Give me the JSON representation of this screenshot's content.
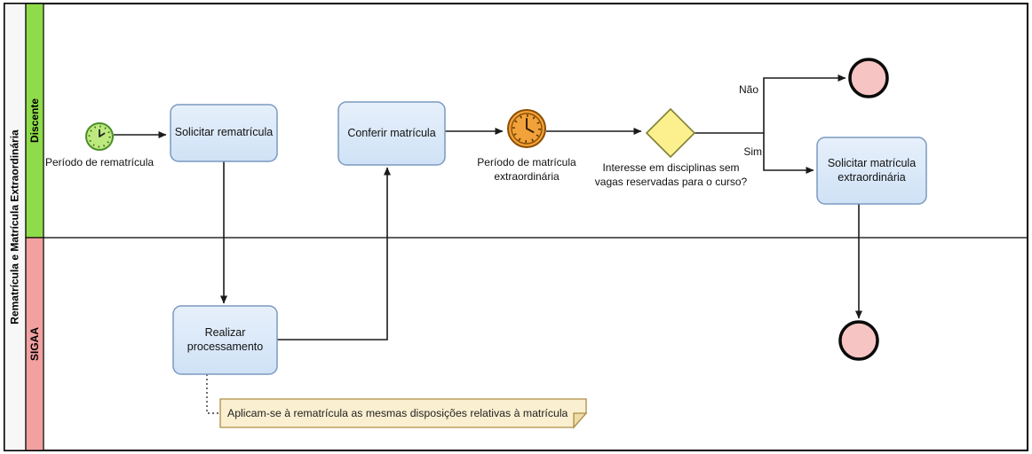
{
  "pool": {
    "title": "Rematrícula e Matrícula Extraordinária",
    "lanes": [
      {
        "label": "Discente",
        "color": "#8FDC4A"
      },
      {
        "label": "SIGAA",
        "color": "#F2A1A0"
      }
    ]
  },
  "nodes": {
    "start_event": {
      "type": "timer-start",
      "label": "Período de rematrícula"
    },
    "task_solicitar_rematricula": {
      "label": "Solicitar rematrícula"
    },
    "task_conferir_matricula": {
      "label": "Conferir matrícula"
    },
    "intermediate_timer": {
      "type": "timer-intermediate",
      "label": "Período de matrícula extraordinária"
    },
    "gateway_interesse": {
      "type": "exclusive-gateway",
      "label": "Interesse em disciplinas sem vagas reservadas para o curso?"
    },
    "task_solicitar_matricula_extraordinaria": {
      "label": "Solicitar matrícula extraordinária"
    },
    "task_realizar_processamento": {
      "label": "Realizar processamento"
    },
    "end_event_nao": {
      "type": "end-event"
    },
    "end_event_sim": {
      "type": "end-event"
    }
  },
  "flows": {
    "nao_label": "Não",
    "sim_label": "Sim"
  },
  "annotation": {
    "text": "Aplicam-se à rematrícula as mesmas disposições relativas à matrícula"
  },
  "colors": {
    "pool_strip": "#F7F7F7",
    "lane_discente": "#8FDC4A",
    "lane_sigaa": "#F2A1A0",
    "task_fill": "#DAE8FC",
    "task_border": "#7C99C0",
    "gateway_fill": "#FBF08D",
    "gateway_border": "#7F7F33",
    "start_fill": "#BDE97F",
    "start_border": "#4A8F27",
    "timer_fill": "#F2A23B",
    "timer_border": "#8C4F00",
    "end_fill": "#F6C4C3",
    "end_border": "#0A0A0A",
    "note_fill": "#FAEFD0",
    "note_fold": "#EEDCA8",
    "note_border": "#AD8D45"
  }
}
